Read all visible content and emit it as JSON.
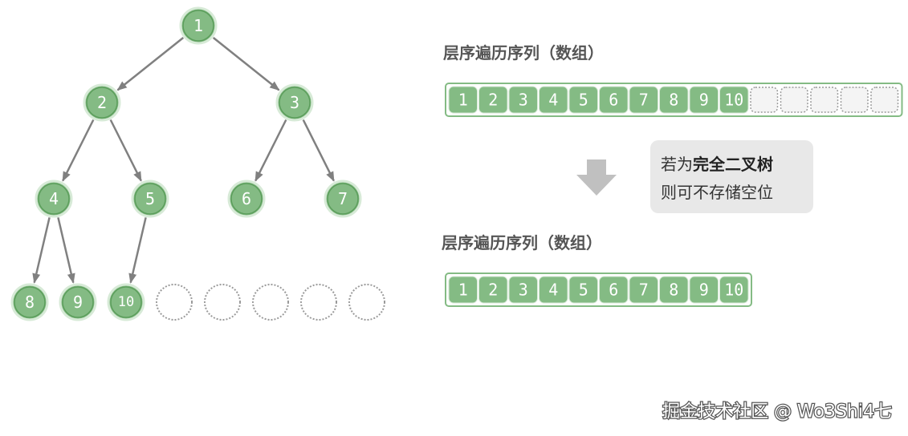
{
  "tree": {
    "nodes": [
      "1",
      "2",
      "3",
      "4",
      "5",
      "6",
      "7",
      "8",
      "9",
      "10"
    ],
    "empty_slot_count": 5
  },
  "top_array": {
    "heading": "层序遍历序列（数组）",
    "values": [
      "1",
      "2",
      "3",
      "4",
      "5",
      "6",
      "7",
      "8",
      "9",
      "10"
    ],
    "empty_slot_count": 5
  },
  "note": {
    "line1_prefix": "若为",
    "line1_bold": "完全二叉树",
    "line2": "则可不存储空位"
  },
  "bottom_array": {
    "heading": "层序遍历序列（数组）",
    "values": [
      "1",
      "2",
      "3",
      "4",
      "5",
      "6",
      "7",
      "8",
      "9",
      "10"
    ]
  },
  "watermark": "掘金技术社区 @ Wo3Shi4七",
  "colors": {
    "node_fill": "#84bb84",
    "node_ring": "#d7ead7",
    "edge": "#808080",
    "empty_slot": "#9a9a9a",
    "note_bg": "#e8e8e8"
  }
}
